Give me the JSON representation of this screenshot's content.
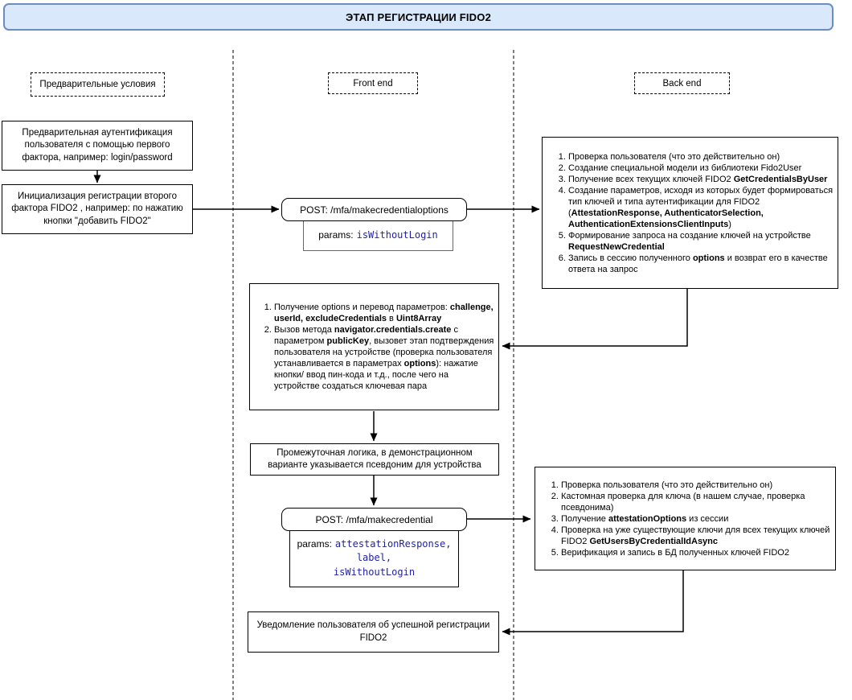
{
  "header": {
    "title": "ЭТАП РЕГИСТРАЦИИ FIDO2"
  },
  "lanes": {
    "preconditions": "Предварительные условия",
    "frontend": "Front end",
    "backend": "Back end"
  },
  "colors": {
    "header_fill": "#dae8fc",
    "header_stroke": "#6c8ebf",
    "code_text": "#1f1fa8"
  },
  "preconditions": {
    "auth_box": "Предварительная аутентификация пользователя с помощью первого фактора, например: login/password",
    "init_box": "Инициализация регистрации второго фактора FIDO2 , например: по нажатию кнопки \"добавить FIDO2\""
  },
  "frontend": {
    "post_options": {
      "title": "POST: /mfa/makecredentialoptions",
      "params_label": "params:",
      "params": [
        "isWithoutLogin"
      ]
    },
    "create_steps": {
      "items": [
        [
          {
            "t": "Получение options и перевод параметров: "
          },
          {
            "t": "challenge, userId, excludeCredentials",
            "b": true
          },
          {
            "t": " в "
          },
          {
            "t": "Uint8Array",
            "b": true
          }
        ],
        [
          {
            "t": "Вызов метода "
          },
          {
            "t": "navigator.credentials.create",
            "b": true
          },
          {
            "t": " с параметром "
          },
          {
            "t": "publicKey",
            "b": true
          },
          {
            "t": ", вызовет этап подтверждения пользователя на устройстве (проверка пользователя устанавливается в параметрах "
          },
          {
            "t": "options",
            "b": true
          },
          {
            "t": "): нажатие кнопки/ ввод пин-кода и т.д., после чего на устройстве создаться ключевая пара"
          }
        ]
      ]
    },
    "intermediate": "Промежуточная логика, в демонстрационном варианте указывается псевдоним для устройства",
    "post_credential": {
      "title": "POST: /mfa/makecredential",
      "params_label": "params:",
      "params": [
        "attestationResponse,",
        "label,",
        "isWithoutLogin"
      ]
    },
    "notification": "Уведомление пользователя об успешной регистрации FIDO2"
  },
  "backend": {
    "options_steps": {
      "items": [
        [
          {
            "t": "Проверка пользователя (что это действительно он)"
          }
        ],
        [
          {
            "t": "Создание специальной модели из библиотеки Fido2User"
          }
        ],
        [
          {
            "t": "Получение всех текущих ключей FIDO2 "
          },
          {
            "t": "GetCredentialsByUser",
            "b": true
          }
        ],
        [
          {
            "t": "Создание параметров, исходя из которых будет формироваться тип ключей и типа аутентификации для FIDO2 ("
          },
          {
            "t": "AttestationResponse, AuthenticatorSelection, AuthenticationExtensionsClientInputs",
            "b": true
          },
          {
            "t": ")"
          }
        ],
        [
          {
            "t": "Формирование запроса на создание ключей на устройстве "
          },
          {
            "t": "RequestNewCredential",
            "b": true
          }
        ],
        [
          {
            "t": "Запись в сессию полученного "
          },
          {
            "t": "options",
            "b": true
          },
          {
            "t": " и возврат его в качестве ответа на запрос"
          }
        ]
      ]
    },
    "credential_steps": {
      "items": [
        [
          {
            "t": "Проверка пользователя (что это действительно он)"
          }
        ],
        [
          {
            "t": "Кастомная проверка для ключа (в нашем случае, проверка псевдонима)"
          }
        ],
        [
          {
            "t": "Получение "
          },
          {
            "t": "attestationOptions",
            "b": true
          },
          {
            "t": " из сессии"
          }
        ],
        [
          {
            "t": "Проверка на уже существующие ключи для всех текущих ключей FIDO2 "
          },
          {
            "t": "GetUsersByCredentialIdAsync",
            "b": true
          }
        ],
        [
          {
            "t": "Верификация и запись в БД полученных ключей FIDO2"
          }
        ]
      ]
    }
  }
}
